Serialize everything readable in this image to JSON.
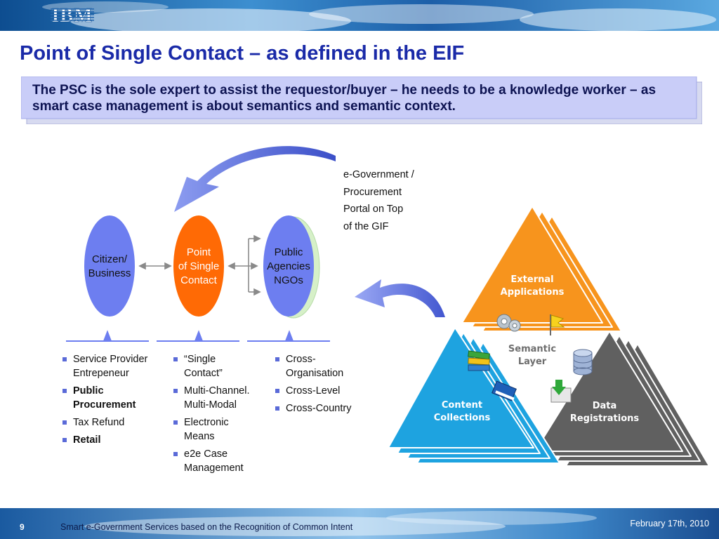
{
  "header": {
    "logo": "IBM"
  },
  "title": "Point of Single Contact – as defined in the EIF",
  "callout": "The PSC is the sole expert to assist the requestor/buyer – he needs to be a knowledge worker – as smart case management is about semantics and semantic context.",
  "ovals": {
    "citizen": [
      "Citizen/",
      "Business"
    ],
    "psc": [
      "Point",
      "of Single",
      "Contact"
    ],
    "agencies": [
      "Public",
      "Agencies",
      "NGOs"
    ]
  },
  "portal_note": [
    "e-Government /",
    "Procurement",
    "Portal on Top",
    "of the GIF"
  ],
  "bullets": {
    "citizen": [
      {
        "text": "Service Provider Entrepeneur",
        "bold": false
      },
      {
        "text": "Public Procurement",
        "bold": true
      },
      {
        "text": "Tax Refund",
        "bold": false
      },
      {
        "text": "Retail",
        "bold": true
      }
    ],
    "psc": [
      {
        "text": "“Single Contact”"
      },
      {
        "text": "Multi-Channel. Multi-Modal"
      },
      {
        "text": "Electronic Means"
      },
      {
        "text": "e2e Case Management"
      }
    ],
    "agencies": [
      {
        "text": "Cross-Organisation"
      },
      {
        "text": "Cross-Level"
      },
      {
        "text": "Cross-Country"
      }
    ]
  },
  "triangles": {
    "external": [
      "External",
      "Applications"
    ],
    "semantic": [
      "Semantic",
      "Layer"
    ],
    "content": [
      "Content",
      "Collections"
    ],
    "data": [
      "Data",
      "Registrations"
    ]
  },
  "footer": {
    "page": "9",
    "title": "Smart e-Government Services based on the Recognition of Common Intent",
    "date": "February 17th, 2010"
  },
  "colors": {
    "title": "#1a2aa8",
    "callout_bg": "#c9cdf8",
    "oval_blue": "#6d7ef0",
    "oval_orange": "#ff6a05",
    "tri_orange": "#f7941d",
    "tri_cyan": "#1ea3e0",
    "tri_gray": "#606060"
  }
}
